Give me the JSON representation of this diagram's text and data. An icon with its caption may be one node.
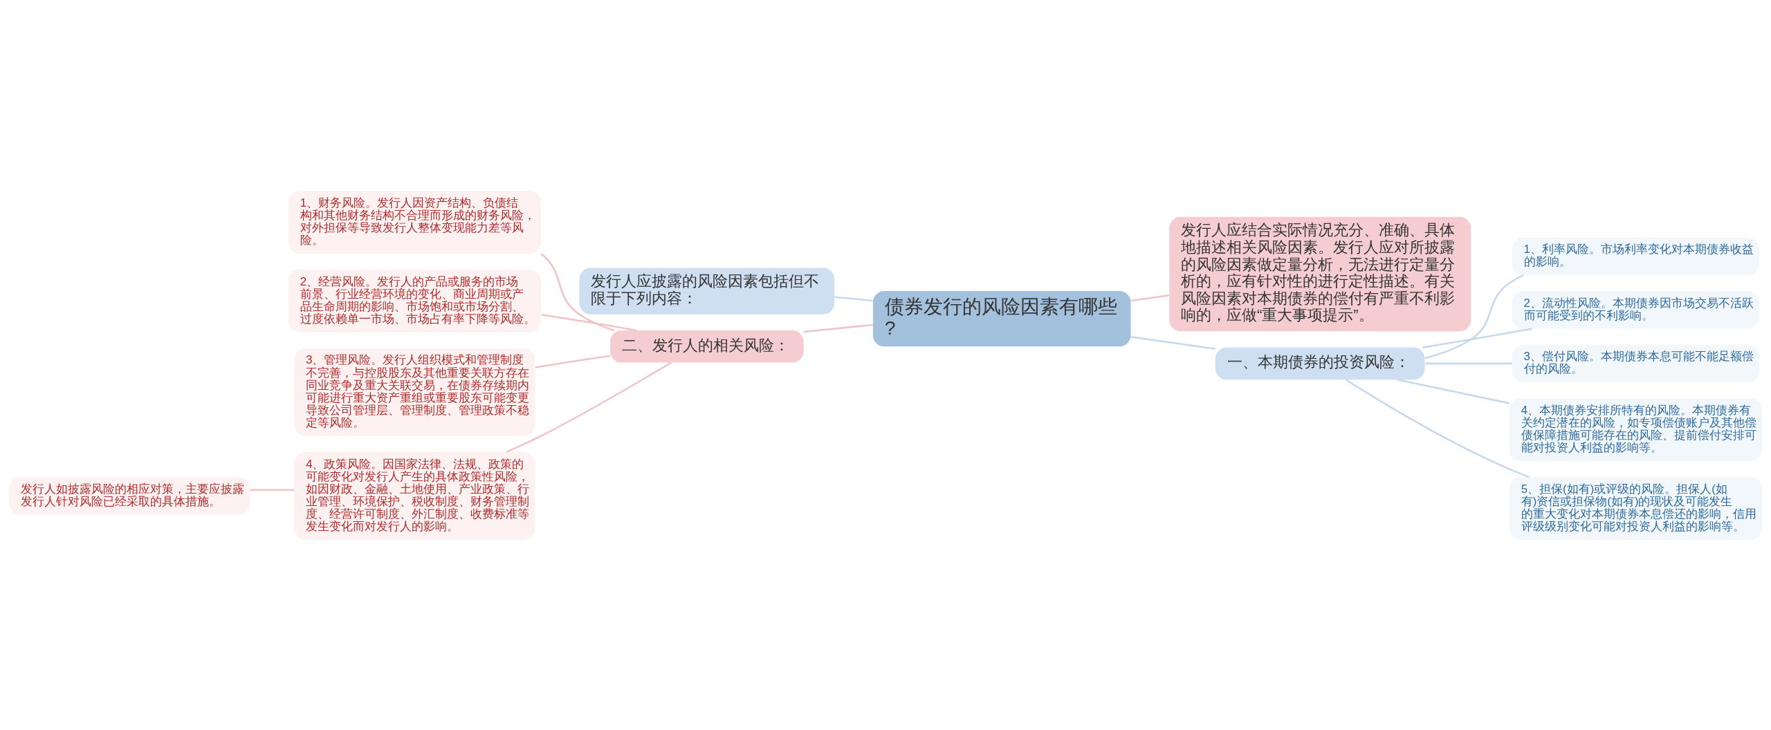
{
  "diagram": {
    "nodes": [
      {
        "text": [
          "债券发行的风险因素有哪些?"
        ]
      },
      {
        "text": [
          "发行人应披露的风险因素包括但不限于下列内容："
        ]
      },
      {
        "text": [
          "二、发行人的相关风险："
        ]
      },
      {
        "text": [
          "1、财务风险。发行人因资产结构、负债结构和其他财务结构不合理而形成的财务风险，对外担保等导致发行人整体变现能力差等风险。"
        ]
      },
      {
        "text": [
          "2、经营风险。发行人的产品或服务的市场前景、行业经营环境的变化、商业周期或产品生命周期的影响、市场饱和或市场分割、过度依赖单一市场、市场占有率下降等风险。"
        ]
      },
      {
        "text": [
          "3、管理风险。发行人组织模式和管理制度不完善，与控股股东及其他重要关联方存在同业竞争及重大关联交易，在债券存续期内可能进行重大资产重组或重要股东可能变更导致公司管理层、管理制度、管理政策不稳定等风险。"
        ]
      },
      {
        "text": [
          "4、政策风险。因国家法律、法规、政策的可能变化对发行人产生的具体政策性风险，如因财政、金融、土地使用、产业政策、行业管理、环境保护、税收制度、财务管理制度、经营许可制度、外汇制度、收费标准等发生变化而对发行人的影响。"
        ]
      },
      {
        "text": [
          "发行人如披露风险的相应对策，主要应披露发行人针对风险已经采取的具体措施。"
        ]
      },
      {
        "text": [
          "发行人应结合实际情况充分、准确、具体地描述相关风险因素。发行人应对所披露的风险因素做定量分析，无法进行定量分析的，应有针对性的进行定性描述。有关风险因素对本期债券的偿付有严重不利影响的，应做“重大事项提示”。"
        ]
      },
      {
        "text": [
          "一、本期债券的投资风险："
        ]
      },
      {
        "text": [
          "1、利率风险。市场利率变化对本期债券收益的影响。"
        ]
      },
      {
        "text": [
          "2、流动性风险。本期债券因市场交易不活跃而可能受到的不利影响。"
        ]
      },
      {
        "text": [
          "3、偿付风险。本期债券本息可能不能足额偿付的风险。"
        ]
      },
      {
        "text": [
          "4、本期债券安排所特有的风险。本期债券有关约定潜在的风险，如专项偿债账户及其他偿债保障措施可能存在的风险、提前偿付安排可能对投资人利益的影响等。"
        ]
      },
      {
        "text": [
          "5、担保(如有)或评级的风险。担保人(如有)资信或担保物(如有)的现状及可能发生的重大变化对本期债券本息偿还的影响，信用评级级别变化可能对投资人利益的影响等。"
        ]
      }
    ],
    "edges": [
      {
        "from": 0,
        "to": 1,
        "arrow": "none",
        "color": "#c6d8ea"
      },
      {
        "from": 0,
        "to": 2,
        "arrow": "none",
        "color": "#f0c4c7"
      },
      {
        "from": 2,
        "to": 3,
        "arrow": "none",
        "color": "#f0c4c7"
      },
      {
        "from": 2,
        "to": 4,
        "arrow": "none",
        "color": "#f0c4c7"
      },
      {
        "from": 2,
        "to": 5,
        "arrow": "none",
        "color": "#f0c4c7"
      },
      {
        "from": 2,
        "to": 6,
        "arrow": "none",
        "color": "#f0c4c7"
      },
      {
        "from": 6,
        "to": 7,
        "arrow": "none",
        "color": "#f0c4c7"
      },
      {
        "from": 0,
        "to": 8,
        "arrow": "none",
        "color": "#f0c4c7"
      },
      {
        "from": 0,
        "to": 9,
        "arrow": "none",
        "color": "#c6d8ea"
      },
      {
        "from": 9,
        "to": 10,
        "arrow": "none",
        "color": "#c6d8ea"
      },
      {
        "from": 9,
        "to": 11,
        "arrow": "none",
        "color": "#c6d8ea"
      },
      {
        "from": 9,
        "to": 12,
        "arrow": "none",
        "color": "#c6d8ea"
      },
      {
        "from": 9,
        "to": 13,
        "arrow": "none",
        "color": "#c6d8ea"
      },
      {
        "from": 9,
        "to": 14,
        "arrow": "none",
        "color": "#c6d8ea"
      }
    ]
  }
}
